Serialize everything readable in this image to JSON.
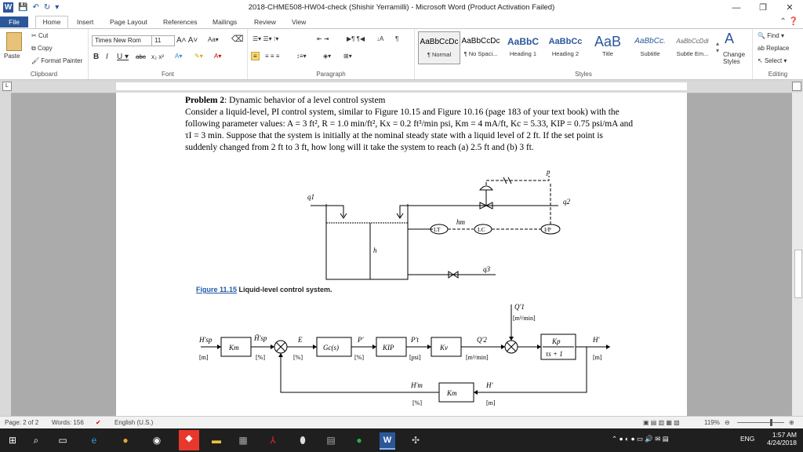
{
  "window": {
    "title": "2018-CHME508-HW04-check (Shishir Yerramilli)  -  Microsoft Word (Product Activation Failed)",
    "controls": {
      "minimize": "—",
      "maximize": "❐",
      "close": "✕"
    }
  },
  "tabs": [
    "File",
    "Home",
    "Insert",
    "Page Layout",
    "References",
    "Mailings",
    "Review",
    "View"
  ],
  "ribbon": {
    "clipboard": {
      "paste": "Paste",
      "cut": "Cut",
      "copy": "Copy",
      "format_painter": "Format Painter",
      "label": "Clipboard"
    },
    "font": {
      "name": "Times New Rom",
      "size": "11",
      "label": "Font"
    },
    "paragraph": {
      "label": "Paragraph"
    },
    "styles": {
      "items": [
        {
          "preview": "AaBbCcDc",
          "name": "¶ Normal"
        },
        {
          "preview": "AaBbCcDc",
          "name": "¶ No Spaci..."
        },
        {
          "preview": "AaBbC",
          "name": "Heading 1"
        },
        {
          "preview": "AaBbCc",
          "name": "Heading 2"
        },
        {
          "preview": "AaB",
          "name": "Title"
        },
        {
          "preview": "AaBbCc.",
          "name": "Subtitle"
        },
        {
          "preview": "AaBbCcDdi",
          "name": "Subtle Em..."
        }
      ],
      "change_styles": "Change Styles",
      "label": "Styles"
    },
    "editing": {
      "find": "Find",
      "replace": "Replace",
      "select": "Select",
      "label": "Editing"
    }
  },
  "document": {
    "problem_label": "Problem 2",
    "problem_title": ": Dynamic behavior of a level control system",
    "body": "Consider a liquid-level, PI control system, similar to Figure 10.15 and Figure 10.16 (page 183 of your text book) with the following parameter values: A = 3 ft², R = 1.0 min/ft², Kx = 0.2 ft³/min psi, Km = 4 mA/ft, Kc = 5.33, KIP = 0.75 psi/mA and τI = 3 min. Suppose that the system is initially at the nominal steady state with a liquid level of 2 ft. If the set point is suddenly changed from 2 ft to 3 ft, how long will it take the system to reach (a) 2.5 ft and (b) 3 ft.",
    "figure_caption_ref": "Figure 11.15",
    "figure_caption_text": " Liquid-level control system.",
    "diagram": {
      "q1": "q1",
      "q2": "q2",
      "q3": "q3",
      "p": "p",
      "h": "h",
      "hm": "hm",
      "lt": "LT",
      "lc": "LC",
      "ip": "I/P"
    },
    "block_diagram": {
      "hsp": "H'sp",
      "hsp_unit": "[m]",
      "km1": "Km",
      "hsp_tilde": "H̃'sp",
      "pct1": "[%]",
      "e": "E",
      "pct2": "[%]",
      "gc": "Gc(s)",
      "p": "P'",
      "pct3": "[%]",
      "kip": "KIP",
      "pt": "P't",
      "psi": "[psi]",
      "kv": "Kv",
      "q2": "Q'2",
      "m3min": "[m³/min]",
      "q1": "Q'1",
      "q1_unit": "[m³/min]",
      "kp": "Kp",
      "tau": "τs + 1",
      "h": "H'",
      "h_unit": "[m]",
      "hm": "H'm",
      "hm_unit": "[%]",
      "km2": "Km",
      "hfb": "H'",
      "hfb_unit": "[m]"
    }
  },
  "status": {
    "page": "Page: 2 of 2",
    "words": "Words: 156",
    "language": "English (U.S.)",
    "zoom": "119%"
  },
  "taskbar": {
    "time": "1:57 AM",
    "date": "4/24/2018",
    "lang": "ENG"
  }
}
